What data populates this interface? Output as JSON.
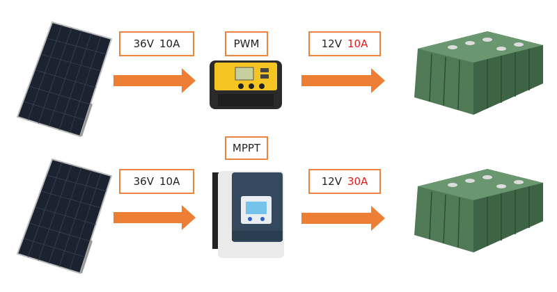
{
  "rows": [
    {
      "input": {
        "voltage": "36V",
        "current": "10A"
      },
      "controller": "PWM",
      "output": {
        "voltage": "12V",
        "current": "10A"
      }
    },
    {
      "input": {
        "voltage": "36V",
        "current": "10A"
      },
      "controller": "MPPT",
      "output": {
        "voltage": "12V",
        "current": "30A"
      }
    }
  ],
  "colors": {
    "arrow": "#ec7f34",
    "border": "#ec8440",
    "highlight": "#e11b1b"
  }
}
